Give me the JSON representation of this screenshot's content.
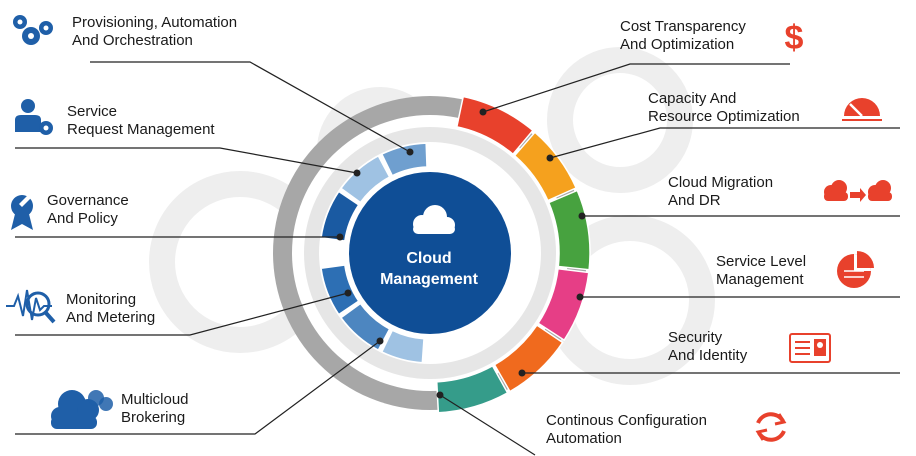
{
  "center": {
    "title": "Cloud\nManagement",
    "icon": "cloud-icon"
  },
  "left_items": [
    {
      "id": "provisioning",
      "label": "Provisioning, Automation\nAnd Orchestration",
      "icon": "gears-icon"
    },
    {
      "id": "service-request",
      "label": "Service\nRequest Management",
      "icon": "user-gear-icon"
    },
    {
      "id": "governance",
      "label": "Governance\nAnd Policy",
      "icon": "badge-pen-icon"
    },
    {
      "id": "monitoring",
      "label": "Monitoring\nAnd Metering",
      "icon": "waveform-magnifier-icon"
    },
    {
      "id": "multicloud",
      "label": "Multicloud\nBrokering",
      "icon": "clouds-icon"
    }
  ],
  "right_items": [
    {
      "id": "cost",
      "label": "Cost Transparency\nAnd Optimization",
      "icon": "dollar-icon",
      "color": "#e8412c"
    },
    {
      "id": "capacity",
      "label": "Capacity And\nResource Optimization",
      "icon": "gauge-icon",
      "color": "#f5a11e"
    },
    {
      "id": "migration",
      "label": "Cloud Migration\nAnd DR",
      "icon": "cloud-transfer-icon",
      "color": "#47a23f"
    },
    {
      "id": "service-level",
      "label": "Service Level\nManagement",
      "icon": "pie-chart-icon",
      "color": "#e63e86"
    },
    {
      "id": "security",
      "label": "Security\nAnd Identity",
      "icon": "id-card-icon",
      "color": "#f06a1e"
    },
    {
      "id": "config",
      "label": "Continous Configuration\nAutomation",
      "icon": "refresh-icon",
      "color": "#359c8a"
    }
  ],
  "colors": {
    "navy": "#0f4e96",
    "blue_mid": "#2d6fb4",
    "blue_light": "#8eb6dc",
    "gray_ring": "#a7a7a7",
    "icon_blue": "#1f5fa8",
    "icon_red": "#e8412c"
  }
}
